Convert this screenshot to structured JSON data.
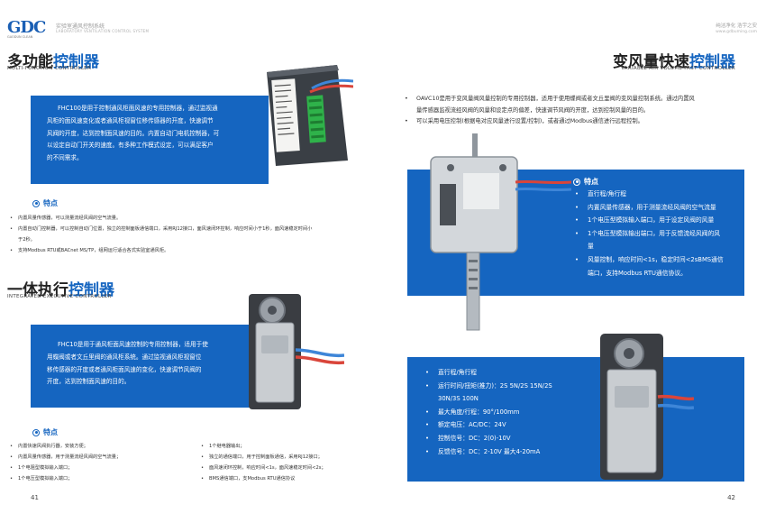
{
  "header": {
    "logo_main": "GDC",
    "logo_sub": "GAODUN CLEAN",
    "company_cn": "实验室通风控制系统",
    "company_en": "LABORATORY VENTILATION CONTROL SYSTEM",
    "right_cn": "纯洁净化 浩宇之安",
    "right_en": "www.gdbuming.com"
  },
  "left": {
    "section1": {
      "title_plain": "多功能",
      "title_hl": "控制器",
      "title_en": "MULTI-FUNCTION CONTROLLER",
      "box_lines": [
        "FHC100是用于控制通风柜面风速的专用控制器，通过监视通",
        "风柜的面风速变化或者通风柜视窗位移传感器的开度，快速调节",
        "风阀的开度，达到控制面风速的目的。内置自动门电机控制器，可",
        "以设定自动门开关的速度。有多种工作模式设定，可以满足客户",
        "的不同需求。"
      ],
      "features_label": "特点",
      "features": [
        "内置风量传感器，可以测量流经风阀的空气流量。",
        "内置自动门控制器，可以控制自动门位置，独立的控制面板通信端口，采用RJ12接口，面风速闭环控制，响应时间小于1秒，面风速稳定时间小",
        "于2秒。",
        "支持Modbus RTU或BACnet MS/TP，组网运行适合各式实验室通风柜。"
      ]
    },
    "section2": {
      "title_plain": "一体执行",
      "title_hl": "控制器",
      "title_en": "INTEGRATED EXECUTIVE CONTROLLER",
      "box_lines": [
        "FHC10是用于通风柜面风速控制的专用控制器，适用于使",
        "用蝶阀或者文丘里阀的通风柜系统。通过监视通风柜视窗位",
        "移传感器的开度或者通风柜面风速的变化，快速调节风阀的",
        "开度，达到控制面风速的目的。"
      ],
      "features_label": "特点",
      "features_col1": [
        "内置快速风阀执行器，安装方便；",
        "内置风量传感器，用于测量流经风阀的空气流量；",
        "1个电阻型模拟输入端口；",
        "1个电压型模拟输入端口；"
      ],
      "features_col2": [
        "1个继电器输出；",
        "独立的通信端口，用于控制面板通信，采用RJ12接口；",
        "面风速闭环控制，响应时间<1s，面风速稳定时间<2s；",
        "BMS通信端口，支Modbus RTU通信协议"
      ]
    },
    "page_number": "41"
  },
  "right": {
    "title_plain": "变风量快速",
    "title_hl": "控制器",
    "title_en": "VARIABLE AIR VOLUME FAST CONTROLLER",
    "intro": [
      "OAVC10是用于变风量阀风量控制的专用控制器，适用于使用蝶阀或者文丘里阀的变风量控制系统。通过内置风",
      "量传感器监视流经风阀的风量和设定点的偏差，快速调节风阀的开度，达到控制风量的目的。",
      "可以采用电压控制(根据电对应风量进行设置/控制)，或者通过Modbus通信进行远程控制。"
    ],
    "features_label": "特点",
    "features": [
      "直行程/角行程",
      "内置风量传感器，用于测量流经风阀的空气流量",
      "1个电压型模拟输入端口，用于设定风阀的风量",
      "1个电压型模拟输出端口，用于反馈流经风阀的风",
      "量",
      "风量控制，响应时间<1s，稳定时间<2sBMS通信",
      "端口，支持Modbus RTU通信协议。"
    ],
    "specs": [
      "直行程/角行程",
      "运行时间/扭矩(推力)：2S 5N/2S 15N/2S",
      "30N/3S 100N",
      "最大角度/行程：90°/100mm",
      "额定电压：AC/DC：24V",
      "控制信号：DC：2(0)-10V",
      "反馈信号：DC：2-10V 最大4-20mA"
    ],
    "page_number": "42"
  },
  "colors": {
    "brand_blue": "#1565c0",
    "logo_red": "#d63a2f"
  }
}
